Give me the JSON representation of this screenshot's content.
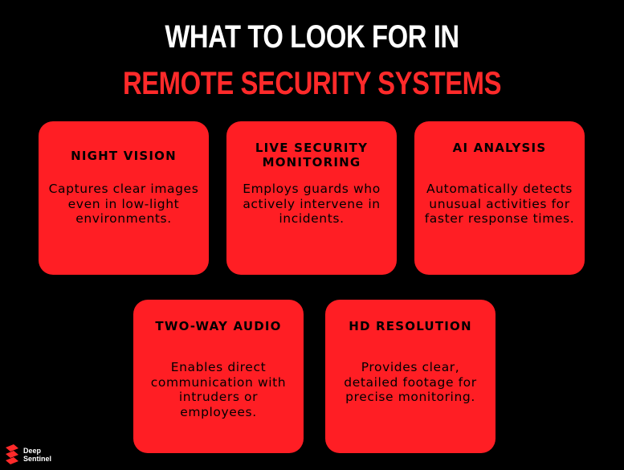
{
  "header": {
    "line1": "WHAT TO LOOK FOR IN",
    "line2": "REMOTE SECURITY SYSTEMS"
  },
  "cards": [
    {
      "title": "NIGHT VISION",
      "description": "Captures clear images even in low-light environments."
    },
    {
      "title": "LIVE SECURITY MONITORING",
      "description": "Employs guards who actively intervene in incidents."
    },
    {
      "title": "AI ANALYSIS",
      "description": "Automatically detects unusual activities for faster response times."
    },
    {
      "title": "TWO-WAY AUDIO",
      "description": "Enables direct communication with intruders or employees."
    },
    {
      "title": "HD RESOLUTION",
      "description": "Provides clear, detailed footage for precise monitoring."
    }
  ],
  "logo": {
    "word1": "Deep",
    "word2": "Sentinel"
  },
  "colors": {
    "background": "#000000",
    "accent": "#ff2a2a",
    "card": "#ff1e24",
    "text_dark": "#000000",
    "text_light": "#ffffff"
  }
}
